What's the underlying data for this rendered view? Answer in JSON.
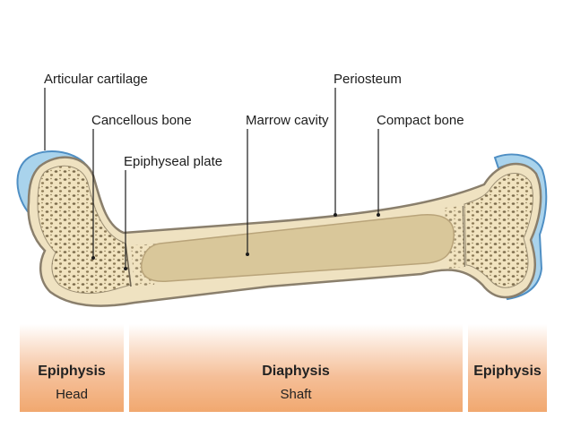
{
  "labels": {
    "articular_cartilage": "Articular cartilage",
    "cancellous_bone": "Cancellous bone",
    "epiphyseal_plate": "Epiphyseal plate",
    "marrow_cavity": "Marrow cavity",
    "periosteum": "Periosteum",
    "compact_bone": "Compact bone"
  },
  "regions": {
    "left": {
      "title": "Epiphysis",
      "subtitle": "Head"
    },
    "middle": {
      "title": "Diaphysis",
      "subtitle": "Shaft"
    },
    "right": {
      "title": "Epiphysis"
    }
  },
  "colors": {
    "bone_outline": "#8a7f6c",
    "bone_fill": "#efe2c1",
    "cancellous_pore": "#7a6a4a",
    "marrow": "#d9c79a",
    "cartilage": "#a9d3ec",
    "cartilage_edge": "#4f8fc4",
    "region_band": "#f1a86f"
  }
}
